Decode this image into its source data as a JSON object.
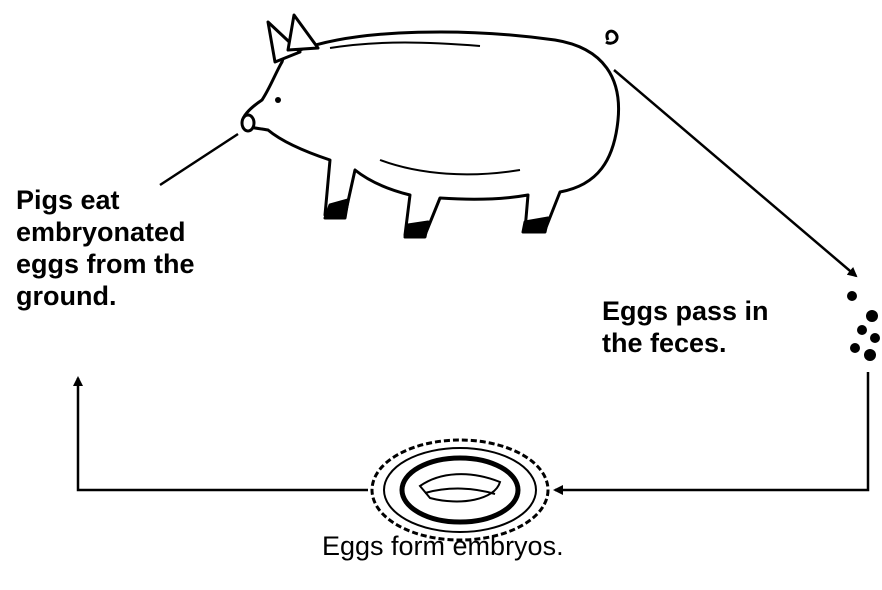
{
  "diagram": {
    "labels": {
      "pigs_eat": "Pigs eat\nembryonated\neggs from the\nground.",
      "eggs_pass": "Eggs pass in\nthe feces.",
      "eggs_form": "Eggs form embryos."
    },
    "colors": {
      "ink": "#000000",
      "background": "#ffffff"
    },
    "icons": [
      "pig-illustration",
      "feces-pellets-icon",
      "egg-nest-icon"
    ]
  }
}
